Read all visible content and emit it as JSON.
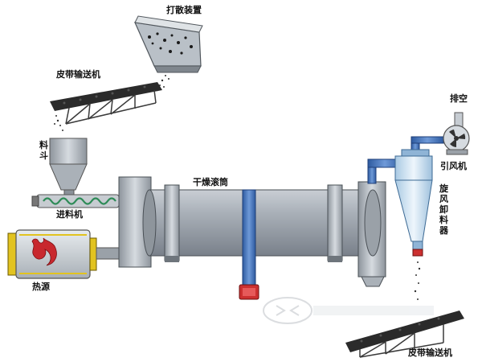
{
  "labels": {
    "scatter_device": "打散装置",
    "conveyor_top": "皮带输送机",
    "hopper": "料斗",
    "feeder": "进料机",
    "heat_source": "热源",
    "dryer_drum": "干燥滚筒",
    "exhaust": "排空",
    "induced_fan": "引风机",
    "cyclone": "旋风卸料器",
    "conveyor_bottom": "皮带输送机"
  },
  "colors": {
    "drum": "#a4abb4",
    "metal": "#c6ccd2",
    "pipe_blue": "#3f6fb8",
    "cyclone": "#d6e8f4",
    "heater_yellow": "#e2c320",
    "heater_red": "#c8282e",
    "feeder_green": "#2e8b57",
    "motor_red": "#cc3030",
    "belt_dark": "#262626"
  }
}
